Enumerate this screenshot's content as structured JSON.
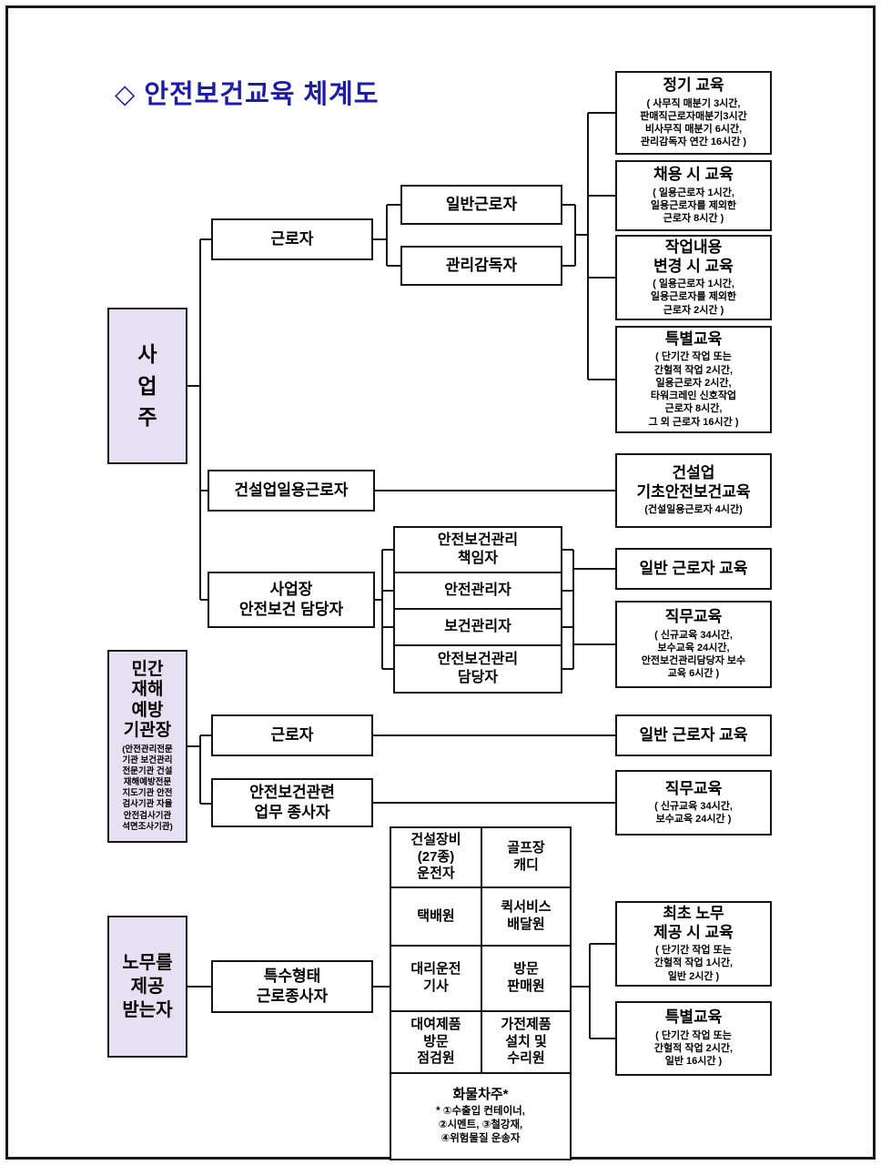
{
  "title": "◇ 안전보건교육 체계도",
  "left": {
    "business_owner": "사\n업\n주",
    "agency_head": "민간\n재해\n예방\n기관장",
    "agency_head_sub": "(안전관리전문\n기관 보건관리\n전문기관 건설\n재해예방전문\n지도기관 안전\n검사기관 자율\n안전검사기관\n석면조사기관)",
    "labor_receiver": "노무를\n제공\n받는자"
  },
  "mid": {
    "worker1": "근로자",
    "construction_daily": "건설업일용근로자",
    "workplace_manager": "사업장\n안전보건 담당자",
    "worker2": "근로자",
    "safety_related": "안전보건관련\n업무 종사자",
    "special_type": "특수형태\n근로종사자"
  },
  "sub": {
    "general_worker": "일반근로자",
    "supervisor": "관리감독자",
    "managers": [
      "안전보건관리\n책임자",
      "안전관리자",
      "보건관리자",
      "안전보건관리\n담당자"
    ]
  },
  "grid": {
    "construction_equipment": "건설장비\n(27종)\n운전자",
    "golf_caddy": "골프장\n캐디",
    "courier": "택배원",
    "quick_delivery": "퀵서비스\n배달원",
    "designated_driver": "대리운전\n기사",
    "door_sales": "방문\n판매원",
    "rental_inspector": "대여제품\n방문\n점검원",
    "appliance_installer": "가전제품\n설치 및\n수리원",
    "cargo_title": "화물차주*",
    "cargo_sub": "* ①수출입 컨테이너,\n②시멘트, ③철강재,\n④위험물질 운송자"
  },
  "edu": {
    "regular": {
      "title": "정기 교육",
      "detail": "( 사무직 매분기 3시간,\n판매직근로자매분기3시간\n비사무직 매분기 6시간,\n관리감독자 연간 16시간 )"
    },
    "hiring": {
      "title": "채용 시 교육",
      "detail": "( 일용근로자 1시간,\n일용근로자를 제외한\n근로자 8시간 )"
    },
    "change": {
      "title": "작업내용\n변경 시 교육",
      "detail": "( 일용근로자 1시간,\n일용근로자를 제외한\n근로자 2시간 )"
    },
    "special1": {
      "title": "특별교육",
      "detail": "( 단기간 작업 또는\n간헐적 작업 2시간,\n일용근로자 2시간,\n타워크레인 신호작업\n근로자 8시간,\n그 외 근로자 16시간 )"
    },
    "basic_construction": {
      "title": "건설업\n기초안전보건교육",
      "detail": "(건설일용근로자 4시간)"
    },
    "general1": {
      "title": "일반 근로자 교육"
    },
    "job1": {
      "title": "직무교육",
      "detail": "( 신규교육 34시간,\n보수교육 24시간,\n안전보건관리담당자 보수\n교육 6시간 )"
    },
    "general2": {
      "title": "일반 근로자 교육"
    },
    "job2": {
      "title": "직무교육",
      "detail": "( 신규교육 34시간,\n보수교육 24시간 )"
    },
    "first_labor": {
      "title": "최초 노무\n제공 시 교육",
      "detail": "( 단기간 작업 또는\n간헐적 작업 1시간,\n일반 2시간 )"
    },
    "special2": {
      "title": "특별교육",
      "detail": "( 단기간 작업 또는\n간헐적 작업 2시간,\n일반 16시간 )"
    }
  },
  "colors": {
    "accent_blue": "#1b1bb2",
    "purple_fill": "#e6e0f2",
    "line": "#141414"
  }
}
